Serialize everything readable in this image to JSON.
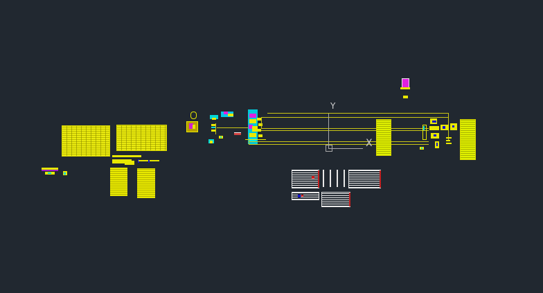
{
  "viewport": {
    "mode": "model-space",
    "background_color": "#212830",
    "ucs_icon": {
      "x_label": "X",
      "y_label": "Y",
      "color": "#a8a8a8"
    }
  },
  "colors": {
    "primary_linework": "#e8e800",
    "connector_lines": "#c9c516",
    "accent_cyan": "#00e0e0",
    "accent_magenta": "#e000e0",
    "accent_blue": "#1010c0",
    "detail_white": "#f0f0f0",
    "detail_red": "#c02020"
  },
  "drawing_groups": [
    {
      "name": "schedule-tables-left",
      "description": "two yellow schedule tables"
    },
    {
      "name": "notes-columns",
      "description": "two columns of yellow notes with header"
    },
    {
      "name": "legend-symbols",
      "description": "small symbol legend"
    },
    {
      "name": "single-line-diagram",
      "description": "electrical riser / single-line diagram with horizontal feeders"
    },
    {
      "name": "panel-schedule-middle",
      "description": "vertical yellow panel schedule"
    },
    {
      "name": "panel-schedule-right",
      "description": "vertical yellow panel schedule"
    },
    {
      "name": "title-block-icon",
      "description": "magenta block with yellow base"
    },
    {
      "name": "detail-sheets",
      "description": "white detail drawings group"
    }
  ]
}
